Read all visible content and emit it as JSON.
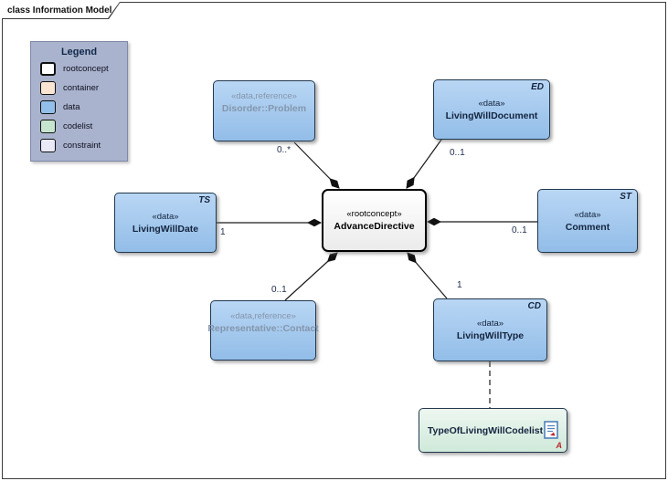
{
  "frame": {
    "title": "class Information Model"
  },
  "legend": {
    "title": "Legend",
    "items": [
      {
        "label": "rootconcept",
        "color": "#ffffff"
      },
      {
        "label": "container",
        "color": "#fae5d3"
      },
      {
        "label": "data",
        "color": "#92c0ea"
      },
      {
        "label": "codelist",
        "color": "#c5e5cf"
      },
      {
        "label": "constraint",
        "color": "#e9e9f8"
      }
    ]
  },
  "nodes": {
    "disorder": {
      "stereotype": "«data,reference»",
      "name": "Disorder::Problem"
    },
    "livingWillDocument": {
      "stereotype": "«data»",
      "name": "LivingWillDocument",
      "type_label": "ED"
    },
    "advanceDirective": {
      "stereotype": "«rootconcept»",
      "name": "AdvanceDirective"
    },
    "livingWillDate": {
      "stereotype": "«data»",
      "name": "LivingWillDate",
      "type_label": "TS"
    },
    "comment": {
      "stereotype": "«data»",
      "name": "Comment",
      "type_label": "ST"
    },
    "representative": {
      "stereotype": "«data,reference»",
      "name": "Representative::Contact"
    },
    "livingWillType": {
      "stereotype": "«data»",
      "name": "LivingWillType",
      "type_label": "CD"
    },
    "typeOfLivingWillCodelist": {
      "name": "TypeOfLivingWillCodelist",
      "annotation": "A"
    }
  },
  "multiplicities": {
    "disorder": "0..*",
    "livingWillDocument": "0..1",
    "livingWillDate": "1",
    "comment": "0..1",
    "representative": "0..1",
    "livingWillType": "1"
  },
  "colors": {
    "data_fill": "#92c0ea",
    "codelist_fill": "#c5e5cf",
    "legend_bg": "#a9b3cd",
    "reference_text": "#8496ad",
    "line": "#1a1a1a",
    "annotation_red": "#c1272d"
  }
}
